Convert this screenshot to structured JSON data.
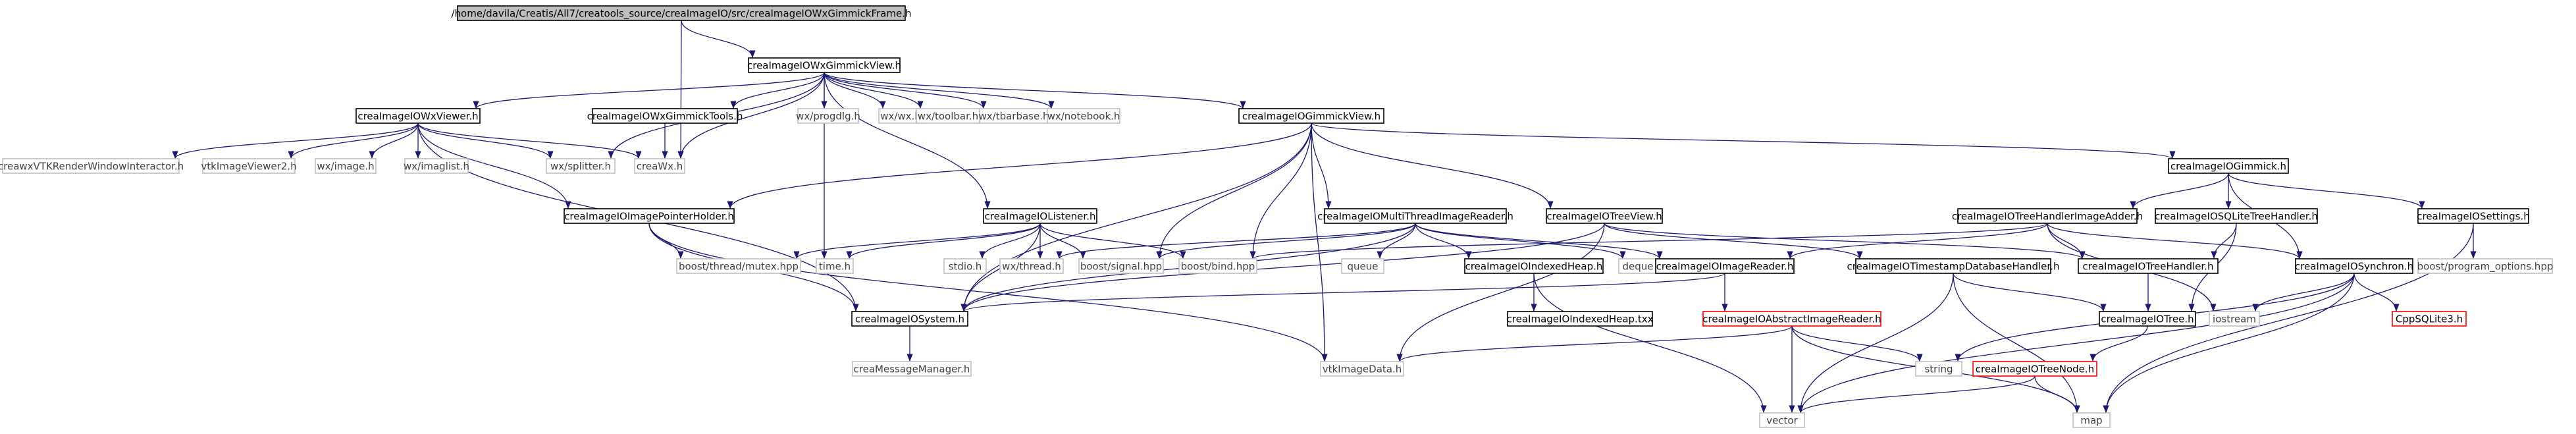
{
  "colors": {
    "edge": "#191970",
    "root_fill": "#bfbfbf",
    "local_border": "#000000",
    "external_border": "#bfbfbf",
    "missing_border": "#ff0000",
    "local_text": "#000000",
    "external_text": "#404040"
  },
  "nodes": [
    {
      "id": "root",
      "label": "/home/davila/Creatis/All7/creatools_source/creaImageIO/src/creaImageIOWxGimmickFrame.h",
      "kind": "root"
    },
    {
      "id": "wxgv",
      "label": "creaImageIOWxGimmickView.h",
      "kind": "local"
    },
    {
      "id": "wxviewer",
      "label": "creaImageIOWxViewer.h",
      "kind": "local"
    },
    {
      "id": "wxtools",
      "label": "creaImageIOWxGimmickTools.h",
      "kind": "local"
    },
    {
      "id": "progdlg",
      "label": "wx/progdlg.h",
      "kind": "external"
    },
    {
      "id": "wxwx",
      "label": "wx/wx.h",
      "kind": "external"
    },
    {
      "id": "toolbar",
      "label": "wx/toolbar.h",
      "kind": "external"
    },
    {
      "id": "tbarbase",
      "label": "wx/tbarbase.h",
      "kind": "external"
    },
    {
      "id": "notebook",
      "label": "wx/notebook.h",
      "kind": "external"
    },
    {
      "id": "gimmickview",
      "label": "creaImageIOGimmickView.h",
      "kind": "local"
    },
    {
      "id": "gimmick",
      "label": "creaImageIOGimmick.h",
      "kind": "local"
    },
    {
      "id": "vtkinteractor",
      "label": "creawxVTKRenderWindowInteractor.h",
      "kind": "external"
    },
    {
      "id": "vtkviewer2",
      "label": "vtkImageViewer2.h",
      "kind": "external"
    },
    {
      "id": "wximage",
      "label": "wx/image.h",
      "kind": "external"
    },
    {
      "id": "imaglist",
      "label": "wx/imaglist.h",
      "kind": "external"
    },
    {
      "id": "splitter",
      "label": "wx/splitter.h",
      "kind": "external"
    },
    {
      "id": "creawx",
      "label": "creaWx.h",
      "kind": "external"
    },
    {
      "id": "pointerholder",
      "label": "creaImageIOImagePointerHolder.h",
      "kind": "local"
    },
    {
      "id": "listener",
      "label": "creaImageIOListener.h",
      "kind": "local"
    },
    {
      "id": "mtreader",
      "label": "creaImageIOMultiThreadImageReader.h",
      "kind": "local"
    },
    {
      "id": "treeview",
      "label": "creaImageIOTreeView.h",
      "kind": "local"
    },
    {
      "id": "thimageadder",
      "label": "creaImageIOTreeHandlerImageAdder.h",
      "kind": "local"
    },
    {
      "id": "sqlitehandler",
      "label": "creaImageIOSQLiteTreeHandler.h",
      "kind": "local"
    },
    {
      "id": "settings",
      "label": "creaImageIOSettings.h",
      "kind": "local"
    },
    {
      "id": "mutex",
      "label": "boost/thread/mutex.hpp",
      "kind": "external"
    },
    {
      "id": "timeh",
      "label": "time.h",
      "kind": "external"
    },
    {
      "id": "stdio",
      "label": "stdio.h",
      "kind": "external"
    },
    {
      "id": "wxthread",
      "label": "wx/thread.h",
      "kind": "external"
    },
    {
      "id": "signal",
      "label": "boost/signal.hpp",
      "kind": "external"
    },
    {
      "id": "bind",
      "label": "boost/bind.hpp",
      "kind": "external"
    },
    {
      "id": "queue",
      "label": "queue",
      "kind": "external"
    },
    {
      "id": "deque",
      "label": "deque",
      "kind": "external"
    },
    {
      "id": "imagereader",
      "label": "creaImageIOImageReader.h",
      "kind": "local"
    },
    {
      "id": "tsdbhandler",
      "label": "creaImageIOTimestampDatabaseHandler.h",
      "kind": "local"
    },
    {
      "id": "treehandler",
      "label": "creaImageIOTreeHandler.h",
      "kind": "local"
    },
    {
      "id": "synchron",
      "label": "creaImageIOSynchron.h",
      "kind": "local"
    },
    {
      "id": "progopts",
      "label": "boost/program_options.hpp",
      "kind": "external"
    },
    {
      "id": "indexedheap",
      "label": "creaImageIOIndexedHeap.h",
      "kind": "local"
    },
    {
      "id": "indexedheaptxx",
      "label": "creaImageIOIndexedHeap.txx",
      "kind": "local"
    },
    {
      "id": "system",
      "label": "creaImageIOSystem.h",
      "kind": "local"
    },
    {
      "id": "absreader",
      "label": "creaImageIOAbstractImageReader.h",
      "kind": "missing"
    },
    {
      "id": "treeh",
      "label": "creaImageIOTree.h",
      "kind": "local"
    },
    {
      "id": "iostream",
      "label": "iostream",
      "kind": "external"
    },
    {
      "id": "sqlite3",
      "label": "CppSQLite3.h",
      "kind": "missing"
    },
    {
      "id": "msgmgr",
      "label": "creaMessageManager.h",
      "kind": "external"
    },
    {
      "id": "vtkimagedata",
      "label": "vtkImageData.h",
      "kind": "external"
    },
    {
      "id": "stringn",
      "label": "string",
      "kind": "external"
    },
    {
      "id": "treenode",
      "label": "creaImageIOTreeNode.h",
      "kind": "missing"
    },
    {
      "id": "vector",
      "label": "vector",
      "kind": "external"
    },
    {
      "id": "map",
      "label": "map",
      "kind": "external"
    }
  ],
  "edges": [
    [
      "root",
      "wxgv"
    ],
    [
      "root",
      "creawx"
    ],
    [
      "wxgv",
      "wxviewer"
    ],
    [
      "wxgv",
      "wxtools"
    ],
    [
      "wxgv",
      "progdlg"
    ],
    [
      "wxgv",
      "wxwx"
    ],
    [
      "wxgv",
      "toolbar"
    ],
    [
      "wxgv",
      "tbarbase"
    ],
    [
      "wxgv",
      "notebook"
    ],
    [
      "wxgv",
      "gimmickview"
    ],
    [
      "wxgv",
      "splitter"
    ],
    [
      "wxgv",
      "creawx"
    ],
    [
      "wxgv",
      "listener"
    ],
    [
      "wxgv",
      "timeh"
    ],
    [
      "wxviewer",
      "vtkinteractor"
    ],
    [
      "wxviewer",
      "vtkviewer2"
    ],
    [
      "wxviewer",
      "wximage"
    ],
    [
      "wxviewer",
      "imaglist"
    ],
    [
      "wxviewer",
      "splitter"
    ],
    [
      "wxviewer",
      "creawx"
    ],
    [
      "wxviewer",
      "pointerholder"
    ],
    [
      "wxviewer",
      "system"
    ],
    [
      "wxtools",
      "creawx"
    ],
    [
      "gimmickview",
      "gimmick"
    ],
    [
      "gimmickview",
      "pointerholder"
    ],
    [
      "gimmickview",
      "mtreader"
    ],
    [
      "gimmickview",
      "treeview"
    ],
    [
      "gimmickview",
      "system"
    ],
    [
      "gimmickview",
      "signal"
    ],
    [
      "gimmickview",
      "bind"
    ],
    [
      "gimmickview",
      "vtkimagedata"
    ],
    [
      "pointerholder",
      "mutex"
    ],
    [
      "pointerholder",
      "system"
    ],
    [
      "pointerholder",
      "vtkimagedata"
    ],
    [
      "listener",
      "mutex"
    ],
    [
      "listener",
      "timeh"
    ],
    [
      "listener",
      "stdio"
    ],
    [
      "listener",
      "wxthread"
    ],
    [
      "listener",
      "signal"
    ],
    [
      "listener",
      "bind"
    ],
    [
      "listener",
      "system"
    ],
    [
      "mtreader",
      "wxthread"
    ],
    [
      "mtreader",
      "queue"
    ],
    [
      "mtreader",
      "deque"
    ],
    [
      "mtreader",
      "imagereader"
    ],
    [
      "mtreader",
      "indexedheap"
    ],
    [
      "mtreader",
      "system"
    ],
    [
      "mtreader",
      "signal"
    ],
    [
      "treeview",
      "treehandler"
    ],
    [
      "treeview",
      "tsdbhandler"
    ],
    [
      "treeview",
      "system"
    ],
    [
      "treeview",
      "vtkimagedata"
    ],
    [
      "gimmick",
      "thimageadder"
    ],
    [
      "gimmick",
      "sqlitehandler"
    ],
    [
      "gimmick",
      "settings"
    ],
    [
      "gimmick",
      "synchron"
    ],
    [
      "thimageadder",
      "treehandler"
    ],
    [
      "thimageadder",
      "imagereader"
    ],
    [
      "thimageadder",
      "synchron"
    ],
    [
      "thimageadder",
      "bind"
    ],
    [
      "thimageadder",
      "iostream"
    ],
    [
      "sqlitehandler",
      "treehandler"
    ],
    [
      "sqlitehandler",
      "treeh"
    ],
    [
      "settings",
      "progopts"
    ],
    [
      "settings",
      "map"
    ],
    [
      "imagereader",
      "absreader"
    ],
    [
      "imagereader",
      "system"
    ],
    [
      "tsdbhandler",
      "treeh"
    ],
    [
      "tsdbhandler",
      "map"
    ],
    [
      "tsdbhandler",
      "vector"
    ],
    [
      "treehandler",
      "treeh"
    ],
    [
      "synchron",
      "iostream"
    ],
    [
      "synchron",
      "sqlite3"
    ],
    [
      "synchron",
      "map"
    ],
    [
      "synchron",
      "vector"
    ],
    [
      "synchron",
      "stringn"
    ],
    [
      "indexedheap",
      "indexedheaptxx"
    ],
    [
      "indexedheap",
      "vector"
    ],
    [
      "system",
      "msgmgr"
    ],
    [
      "absreader",
      "vtkimagedata"
    ],
    [
      "absreader",
      "stringn"
    ],
    [
      "absreader",
      "vector"
    ],
    [
      "absreader",
      "map"
    ],
    [
      "treeh",
      "treenode"
    ],
    [
      "treenode",
      "vector"
    ],
    [
      "treenode",
      "map"
    ]
  ]
}
